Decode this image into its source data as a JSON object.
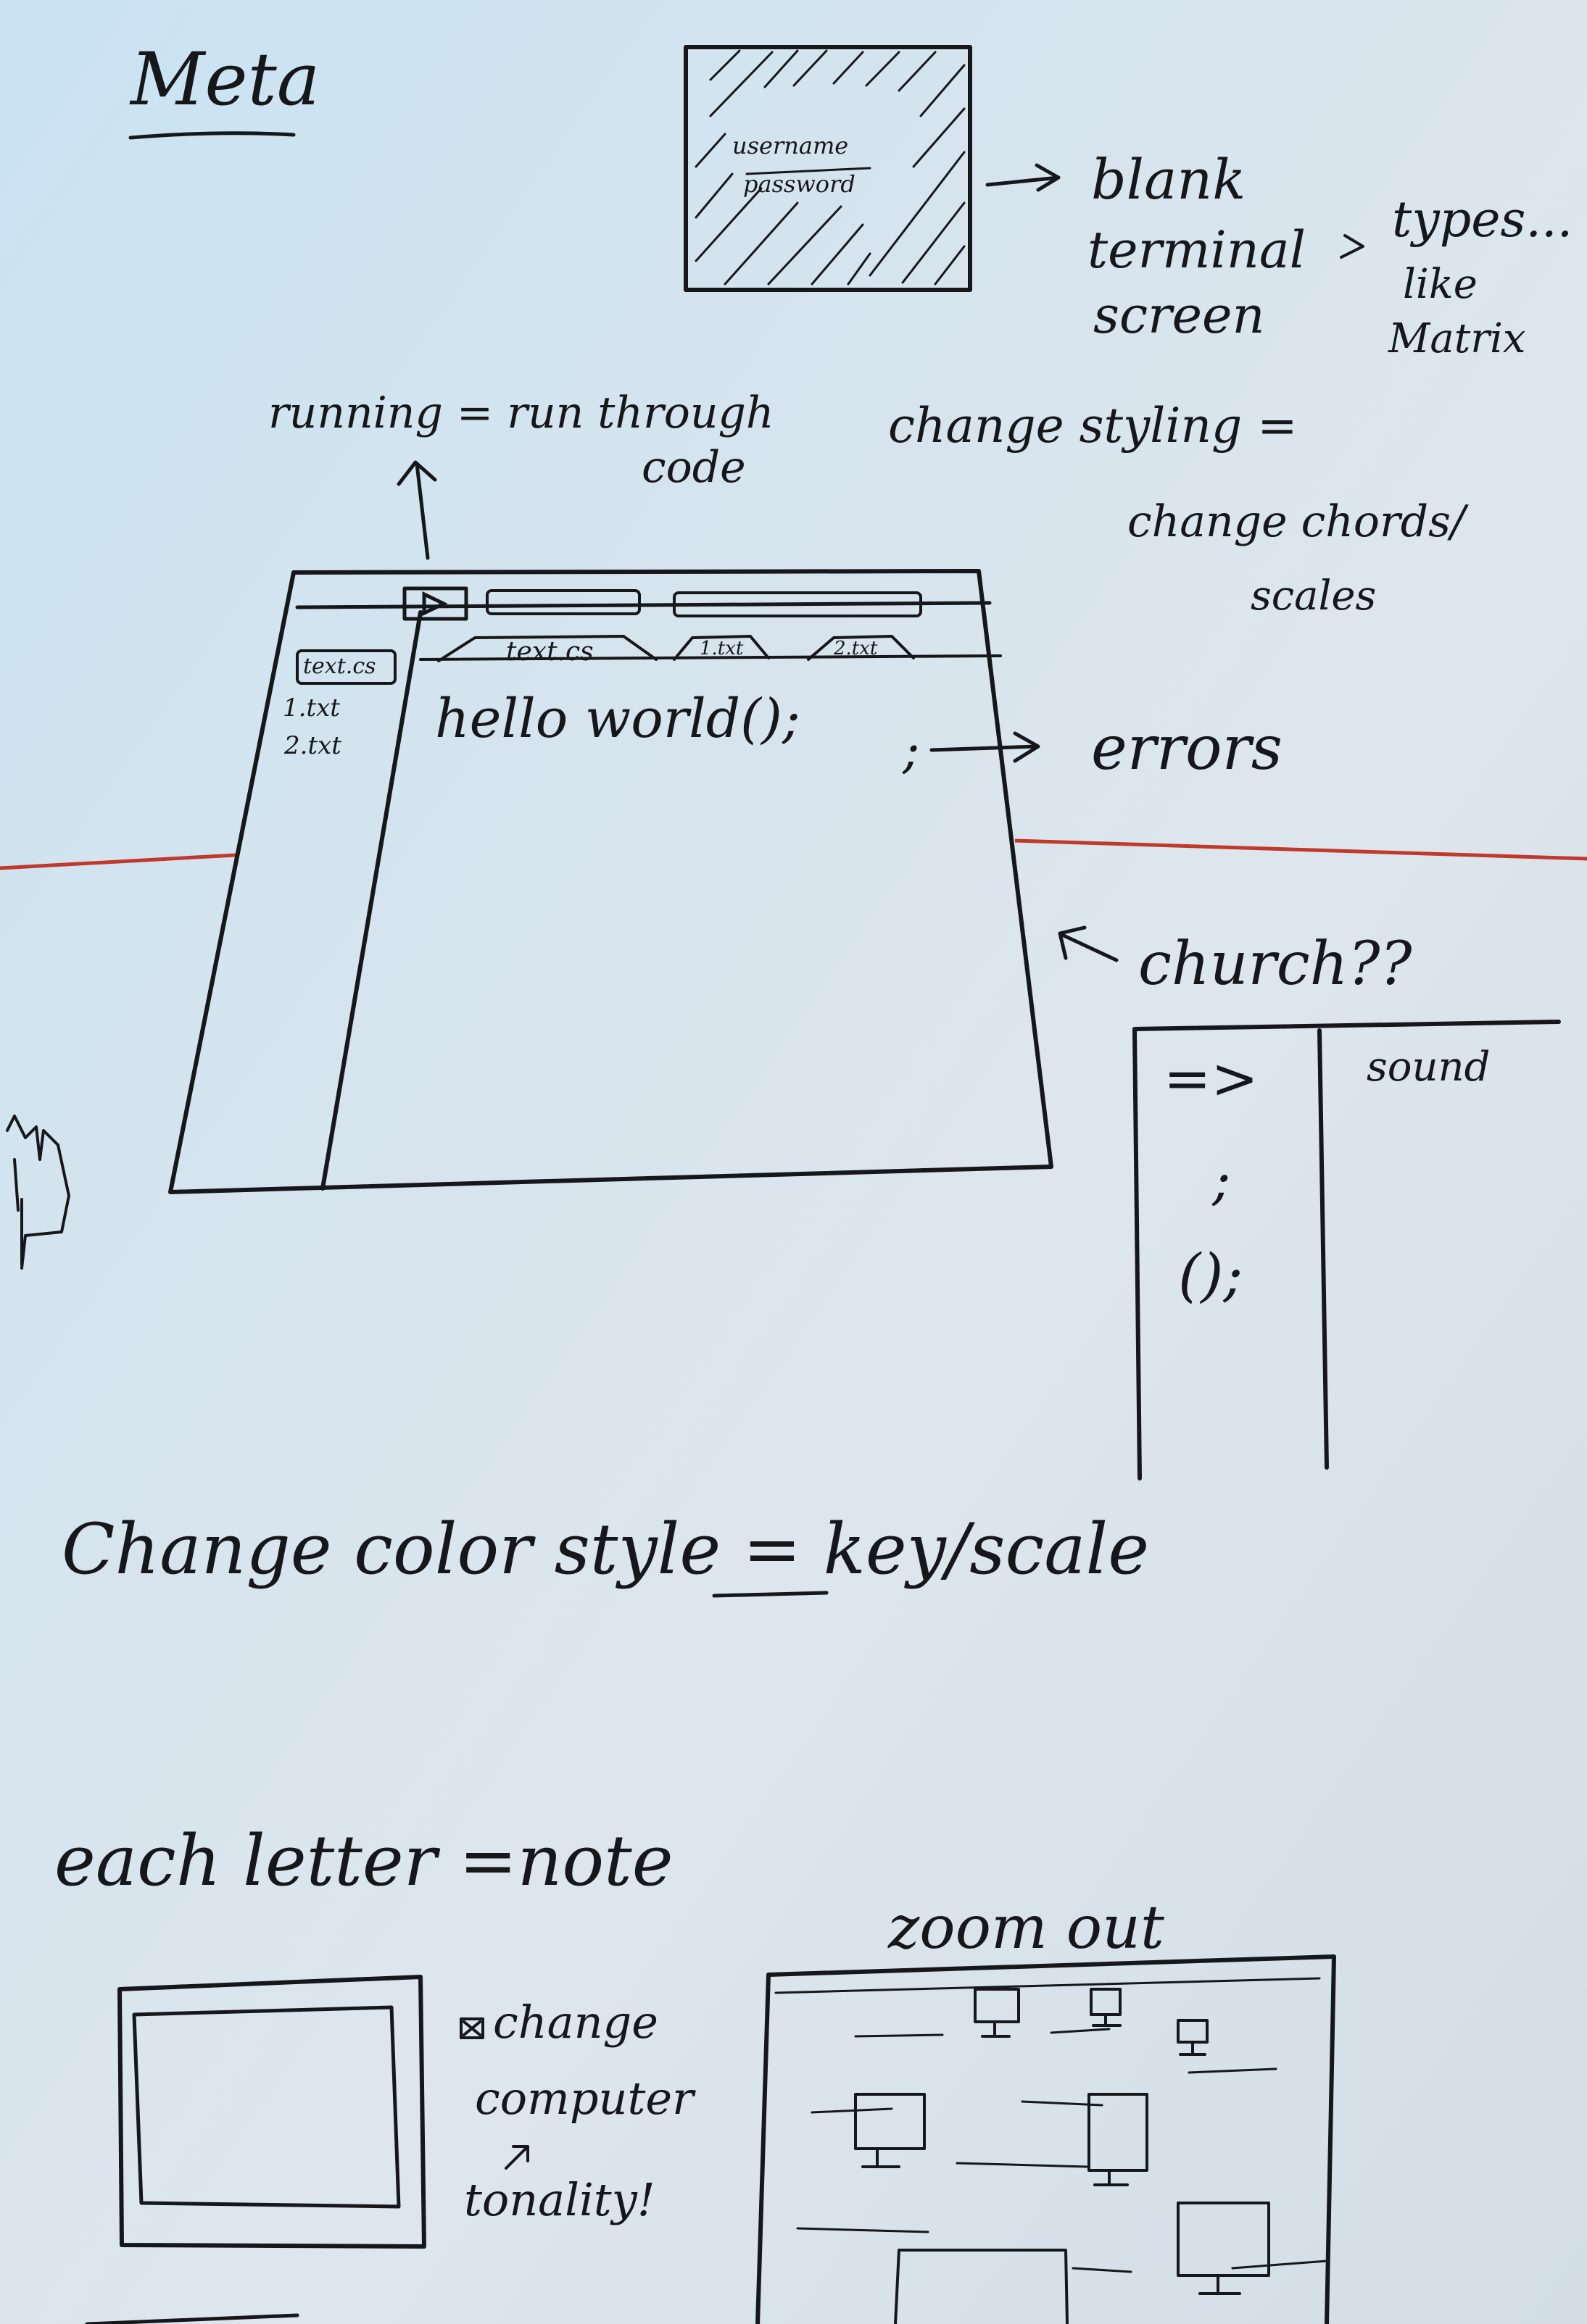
{
  "title": "Meta",
  "login": {
    "username": "username",
    "password": "password"
  },
  "flow": {
    "blank_terminal_screen": [
      "blank",
      "terminal",
      "screen"
    ],
    "types_like_matrix": [
      "types...",
      "like",
      "Matrix"
    ]
  },
  "notes": {
    "running": "running = run through",
    "running_2": "code",
    "styling": "change styling =",
    "styling_2": "change chords/",
    "styling_3": "scales",
    "errors": "errors",
    "semicolon": ";",
    "church": "church??",
    "color_style": "Change color style = ",
    "color_key": "key",
    "color_scale": "/scale",
    "each_letter": "each letter =note",
    "zoom_out": "zoom out",
    "change_computer": [
      "change",
      "computer",
      "tonality!"
    ]
  },
  "editor": {
    "files": [
      "text.cs",
      "1.txt",
      "2.txt"
    ],
    "tabs": [
      "text.cs",
      "1.txt",
      "2.txt"
    ],
    "code": "hello world();"
  },
  "sound_table": {
    "header": "sound",
    "symbols": [
      "=>",
      ";",
      "();"
    ]
  }
}
